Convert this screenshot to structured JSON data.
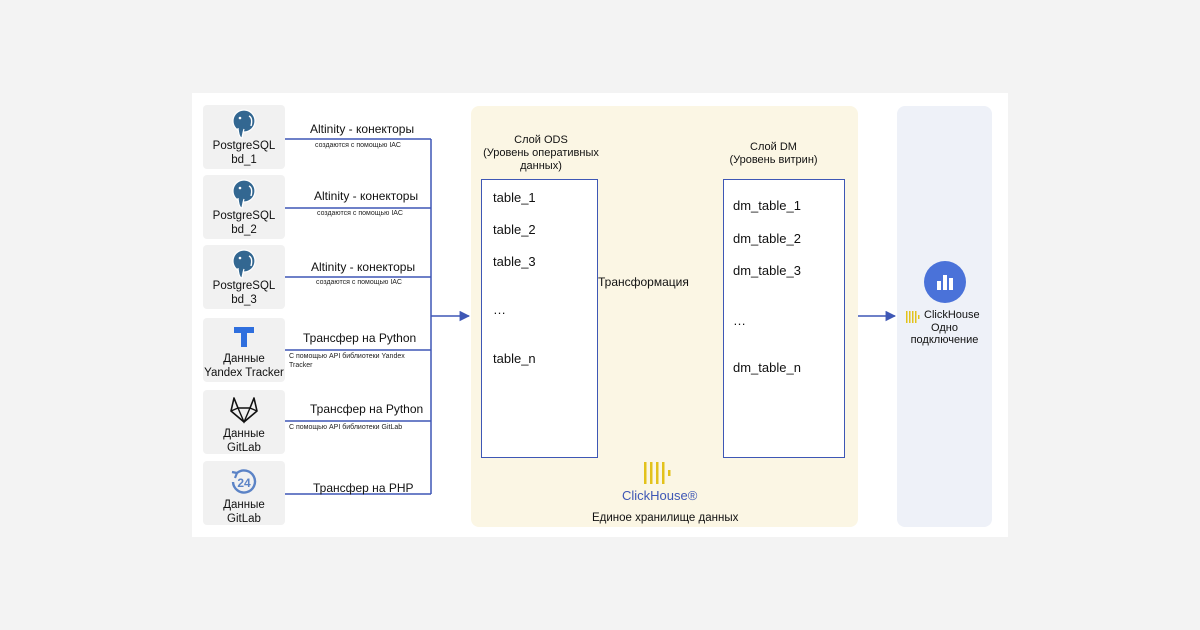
{
  "sources": [
    {
      "label_line1": "PostgreSQL",
      "label_line2": "bd_1",
      "icon": "postgresql-elephant-icon"
    },
    {
      "label_line1": "PostgreSQL",
      "label_line2": "bd_2",
      "icon": "postgresql-elephant-icon"
    },
    {
      "label_line1": "PostgreSQL",
      "label_line2": "bd_3",
      "icon": "postgresql-elephant-icon"
    },
    {
      "label_line1": "Данные",
      "label_line2": "Yandex Tracker",
      "icon": "yandex-tracker-icon"
    },
    {
      "label_line1": "Данные",
      "label_line2": "GitLab",
      "icon": "gitlab-fox-icon"
    },
    {
      "label_line1": "Данные",
      "label_line2": "GitLab",
      "icon": "bitrix24-icon"
    }
  ],
  "connectors": [
    {
      "title": "Altinity - конекторы",
      "subtitle": "создаются с помощью IAC"
    },
    {
      "title": "Altinity - конекторы",
      "subtitle": "создаются с помощью IAC"
    },
    {
      "title": "Altinity - конекторы",
      "subtitle": "создаются с помощью IAC"
    },
    {
      "title": "Трансфер на Python",
      "subtitle": "С помощью API библиотеки Yandex Tracker"
    },
    {
      "title": "Трансфер на Python",
      "subtitle": "С помощью API библиотеки GitLab"
    },
    {
      "title": "Трансфер на PHP",
      "subtitle": ""
    }
  ],
  "storage": {
    "caption": "Единое хранилище данных",
    "logo_text": "ClickHouse®",
    "ods": {
      "header_line1": "Слой ODS",
      "header_line2": "(Уровень оперативных",
      "header_line3": "данных)",
      "rows": [
        "table_1",
        "table_2",
        "table_3",
        "…",
        "table_n"
      ]
    },
    "transform_label": "Трансформация",
    "dm": {
      "header_line1": "Слой DM",
      "header_line2": "(Уровень витрин)",
      "rows": [
        "dm_table_1",
        "dm_table_2",
        "dm_table_3",
        "…",
        "dm_table_n"
      ]
    }
  },
  "consumer": {
    "icon": "bar-chart-icon",
    "brand": "ClickHouse",
    "caption": "Одно подключение"
  },
  "colors": {
    "line": "#3e57b5",
    "storage_bg": "#fbf6e4",
    "consumer_bg": "#eef1f8",
    "clickhouse_yellow": "#e3c21b",
    "chart_icon_blue": "#4a72d9"
  }
}
